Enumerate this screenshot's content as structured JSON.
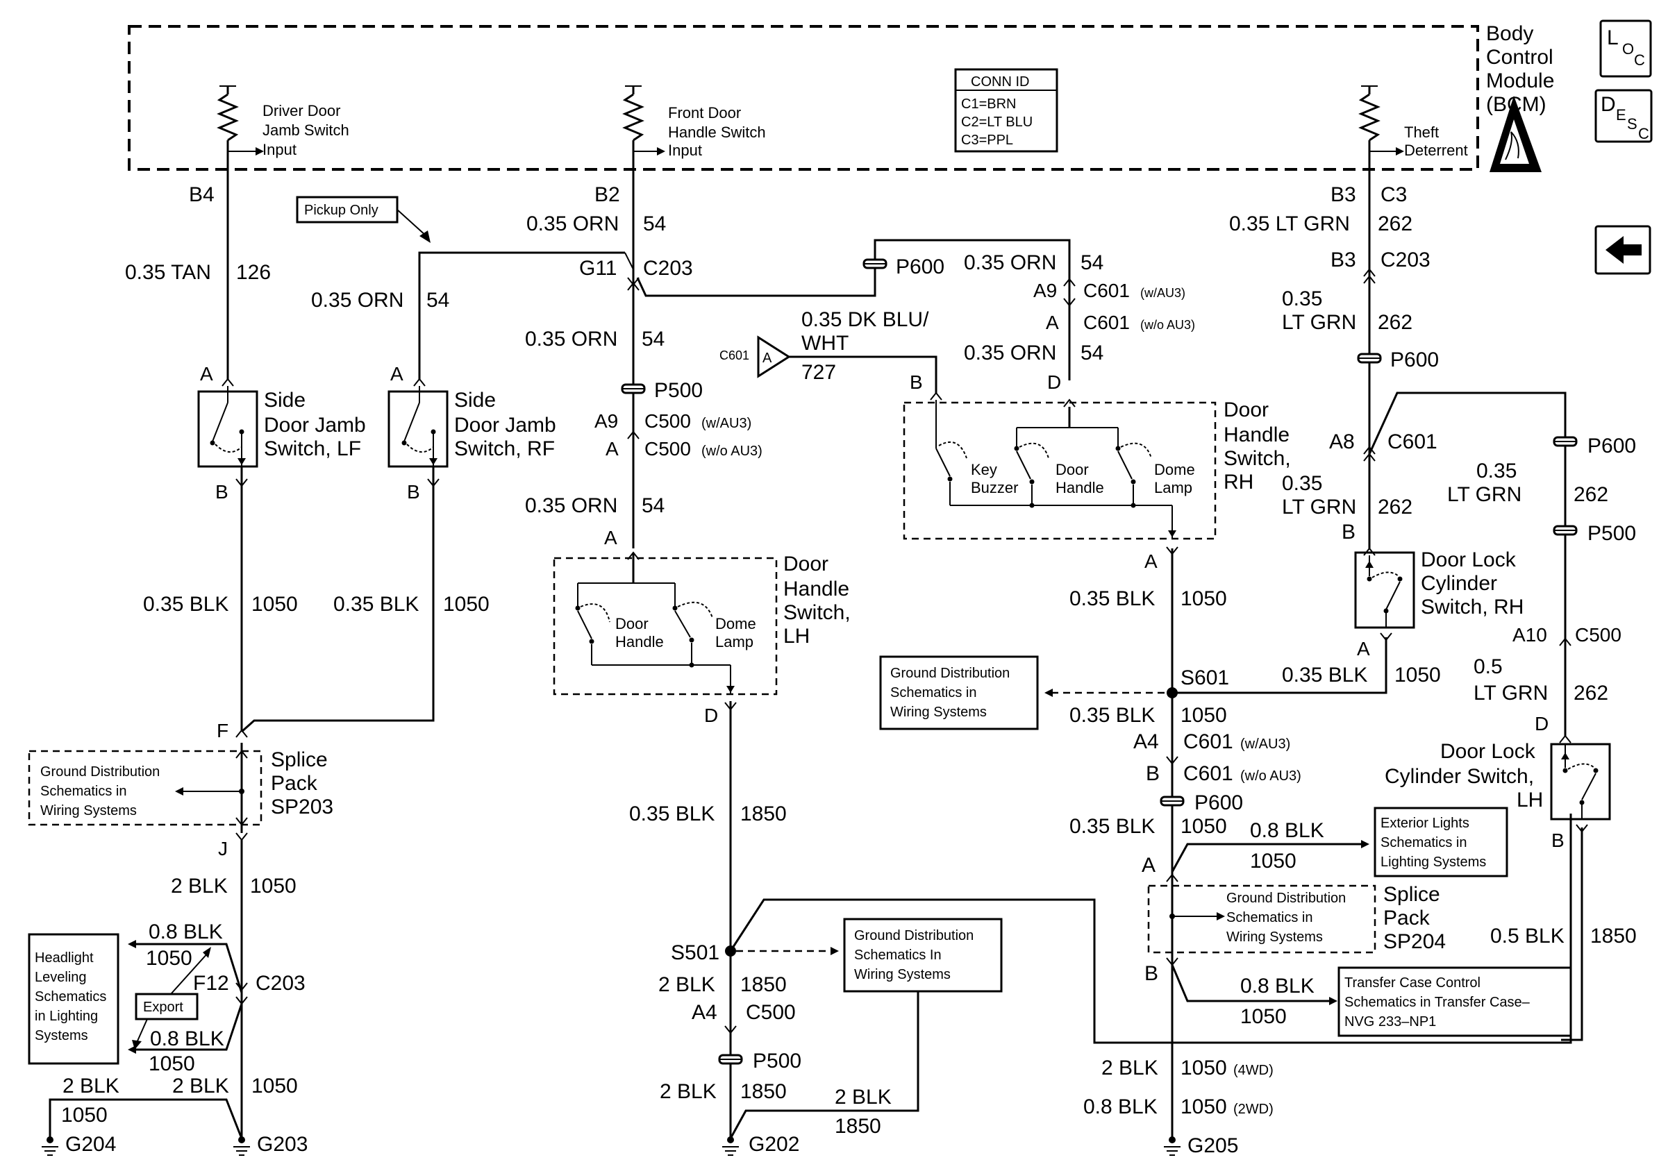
{
  "bcm": {
    "title_lines": [
      "Body",
      "Control",
      "Module",
      "(BCM)"
    ]
  },
  "inputs": {
    "driver_door": [
      "Driver Door",
      "Jamb Switch",
      "Input"
    ],
    "front_door": [
      "Front Door",
      "Handle Switch",
      "Input"
    ],
    "theft": [
      "Theft",
      "Deterrent"
    ]
  },
  "conn_id": {
    "title": "CONN ID",
    "rows": [
      "C1=BRN",
      "C2=LT BLU",
      "C3=PPL"
    ]
  },
  "nav_icons": {
    "loc": {
      "big": "L",
      "sub1": "O",
      "sub2": "C"
    },
    "desc": {
      "big": "D",
      "sub1": "E",
      "sub2": "S",
      "sub3": "C"
    },
    "back_arrow": "back-arrow-icon",
    "esd": "esd-warning-icon"
  },
  "callouts": {
    "pickup_only": "Pickup Only",
    "export": "Export",
    "connector_flag": "C601",
    "flag_letter": "A"
  },
  "pins": {
    "b4": "B4",
    "b2": "B2",
    "b3": "B3",
    "c3": "C3",
    "g11": "G11",
    "c203_top": "C203",
    "b3_c203": "B3",
    "c203_right": "C203",
    "a_lf": "A",
    "b_lf": "B",
    "a_rf": "A",
    "b_rf": "B",
    "a9_c500": "A9",
    "c500_au3": "C500",
    "c500_au3_note": "(w/AU3)",
    "a_c500": "A",
    "c500_no_au3": "C500",
    "c500_no_au3_note": "(w/o AU3)",
    "a_lh": "A",
    "d_lh": "D",
    "a9_c601": "A9",
    "c601_au3": "C601",
    "c601_au3_note": "(w/AU3)",
    "a_c601": "A",
    "c601_no_au3": "C601",
    "c601_no_au3_note": "(w/o AU3)",
    "b_rh": "B",
    "d_rh": "D",
    "a_rh_out": "A",
    "a8": "A8",
    "c601_a8": "C601",
    "b_cyl_rh": "B",
    "a_cyl_rh": "A",
    "a10": "A10",
    "c500_a10": "C500",
    "d_cyl_lh": "D",
    "b_cyl_lh": "B",
    "f_sp203": "F",
    "j_sp203": "J",
    "f12": "F12",
    "c203_f12": "C203",
    "d_lh_out": "D",
    "a4_c500": "A4",
    "c500_a4": "C500",
    "a4_c601": "A4",
    "c601_a4": "C601",
    "c601_a4_note": "(w/AU3)",
    "b_c601": "B",
    "c601_b": "C601",
    "c601_b_note": "(w/o AU3)",
    "a_sp204": "A",
    "b_sp204": "B"
  },
  "inline_connectors": {
    "p600_top": "P600",
    "p500_mid": "P500",
    "p600_rh": "P600",
    "p600_far": "P600",
    "p500_far": "P500",
    "p600_low": "P600",
    "p500_low": "P500"
  },
  "wire_labels": {
    "w_tan": "0.35 TAN",
    "w_tan_c": "126",
    "w_orn_b2": "0.35 ORN",
    "w_orn_b2_c": "54",
    "w_orn_rf": "0.35 ORN",
    "w_orn_rf_c": "54",
    "w_orn_mid": "0.35 ORN",
    "w_orn_mid_c": "54",
    "w_orn_low": "0.35 ORN",
    "w_orn_low_c": "54",
    "w_orn_rh1": "0.35 ORN",
    "w_orn_rh1_c": "54",
    "w_orn_rh2": "0.35 ORN",
    "w_orn_rh2_c": "54",
    "w_dkblu_1": "0.35 DK BLU/",
    "w_dkblu_2": "WHT",
    "w_dkblu_c": "727",
    "w_ltgrn_top": "0.35 LT GRN",
    "w_ltgrn_top_c": "262",
    "w_ltgrn_2a": "0.35",
    "w_ltgrn_2b": "LT GRN",
    "w_ltgrn_2_c": "262",
    "w_ltgrn_3a": "0.35",
    "w_ltgrn_3b": "LT GRN",
    "w_ltgrn_3_c": "262",
    "w_ltgrn_4a": "0.35",
    "w_ltgrn_4b": "LT GRN",
    "w_ltgrn_4_c": "262",
    "w_ltgrn_5a": "0.5",
    "w_ltgrn_5b": "LT GRN",
    "w_ltgrn_5_c": "262",
    "w_blk_lf": "0.35 BLK",
    "w_blk_lf_c": "1050",
    "w_blk_rf": "0.35 BLK",
    "w_blk_rf_c": "1050",
    "w_blk_j": "2 BLK",
    "w_blk_j_c": "1050",
    "w_blk_hl1": "0.8 BLK",
    "w_blk_hl1_c": "1050",
    "w_blk_hl2": "0.8 BLK",
    "w_blk_hl2_c": "1050",
    "w_blk_g204": "2 BLK",
    "w_blk_g204_c": "1050",
    "w_blk_g203": "2 BLK",
    "w_blk_g203_c": "1050",
    "w_blk_1850": "0.35 BLK",
    "w_blk_1850_c": "1850",
    "w_blk_s501": "2 BLK",
    "w_blk_s501_c": "1850",
    "w_blk_p500": "2 BLK",
    "w_blk_p500_c": "1850",
    "w_blk_g202b": "2 BLK",
    "w_blk_g202b_c": "1850",
    "w_blk_rh": "0.35 BLK",
    "w_blk_rh_c": "1050",
    "w_blk_s601": "0.35 BLK",
    "w_blk_s601_c": "1050",
    "w_blk_cyl": "0.35 BLK",
    "w_blk_cyl_c": "1050",
    "w_blk_p600": "0.35 BLK",
    "w_blk_p600_c": "1050",
    "w_blk_ext": "0.8 BLK",
    "w_blk_ext_c": "1050",
    "w_blk_tc": "0.8 BLK",
    "w_blk_tc_c": "1050",
    "w_blk_4wd": "2 BLK",
    "w_blk_4wd_c": "1050",
    "w_blk_4wd_note": "(4WD)",
    "w_blk_2wd": "0.8 BLK",
    "w_blk_2wd_c": "1050",
    "w_blk_2wd_note": "(2WD)",
    "w_blk_cyllh": "0.5 BLK",
    "w_blk_cyllh_c": "1850"
  },
  "components": {
    "side_lf": [
      "Side",
      "Door Jamb",
      "Switch, LF"
    ],
    "side_rf": [
      "Side",
      "Door Jamb",
      "Switch, RF"
    ],
    "door_handle_lh": [
      "Door",
      "Handle",
      "Switch,",
      "LH"
    ],
    "door_handle_rh": [
      "Door",
      "Handle",
      "Switch,",
      "RH"
    ],
    "lock_cyl_rh": [
      "Door Lock",
      "Cylinder",
      "Switch, RH"
    ],
    "lock_cyl_lh": [
      "Door Lock",
      "Cylinder Switch,",
      "LH"
    ],
    "sp203": [
      "Splice",
      "Pack",
      "SP203"
    ],
    "sp204": [
      "Splice",
      "Pack",
      "SP204"
    ],
    "lh_inner": {
      "door": [
        "Door",
        "Handle"
      ],
      "dome": [
        "Dome",
        "Lamp"
      ]
    },
    "rh_inner": {
      "key": [
        "Key",
        "Buzzer"
      ],
      "door": [
        "Door",
        "Handle"
      ],
      "dome": [
        "Dome",
        "Lamp"
      ]
    }
  },
  "references": {
    "gnd_sp203": [
      "Ground Distribution",
      "Schematics in",
      "Wiring Systems"
    ],
    "gnd_s601": [
      "Ground Distribution",
      "Schematics in",
      "Wiring Systems"
    ],
    "gnd_s501": [
      "Ground Distribution",
      "Schematics In",
      "Wiring Systems"
    ],
    "gnd_sp204": [
      "Ground Distribution",
      "Schematics in",
      "Wiring Systems"
    ],
    "headlight": [
      "Headlight",
      "Leveling",
      "Schematics",
      "in Lighting",
      "Systems"
    ],
    "exterior": [
      "Exterior Lights",
      "Schematics in",
      "Lighting Systems"
    ],
    "transfer": [
      "Transfer Case Control",
      "Schematics in Transfer Case–",
      "NVG 233–NP1"
    ]
  },
  "splices": {
    "s601": "S601",
    "s501": "S501"
  },
  "grounds": {
    "g204": "G204",
    "g203": "G203",
    "g202": "G202",
    "g205": "G205"
  }
}
